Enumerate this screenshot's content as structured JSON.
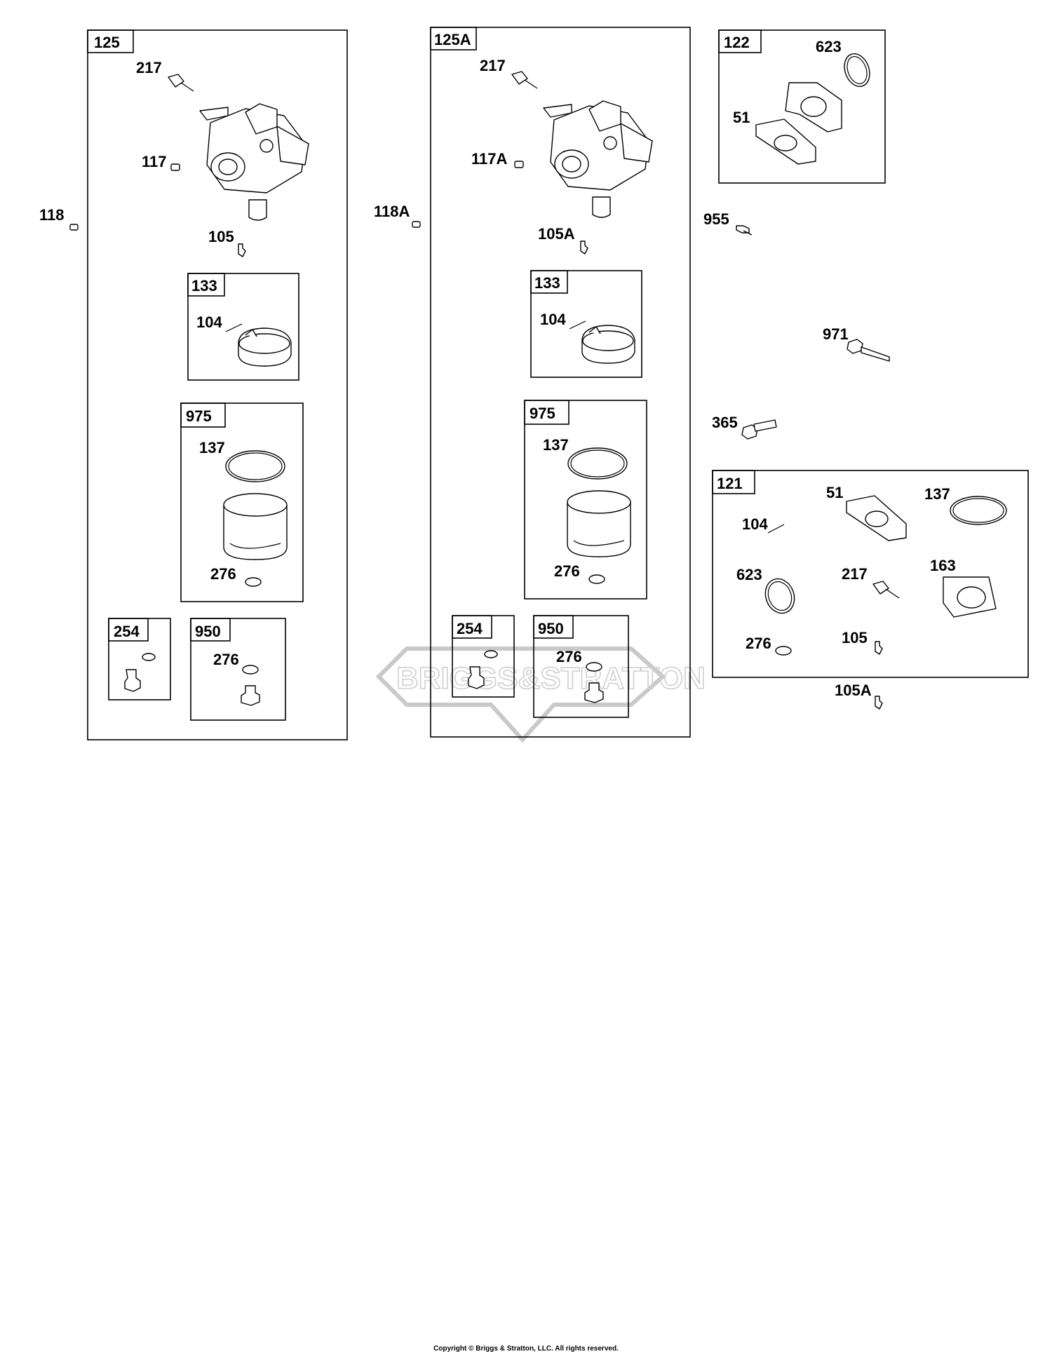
{
  "watermark": "BRIGGS&STRATTON",
  "copyright": "Copyright © Briggs & Stratton, LLC. All rights reserved.",
  "groups": {
    "g125": {
      "box": "125",
      "screw": "217",
      "jet": "117",
      "pin_clip": "105",
      "float_box": "133",
      "float_pin": "104",
      "bowl_box": "975",
      "bowl_gasket": "137",
      "bowl_washer": "276",
      "drain_box": "254",
      "bolt_box": "950",
      "bolt_washer": "276"
    },
    "g125a": {
      "box": "125A",
      "screw": "217",
      "jet": "117A",
      "pin_clip": "105A",
      "float_box": "133",
      "float_pin": "104",
      "bowl_box": "975",
      "bowl_gasket": "137",
      "bowl_washer": "276",
      "drain_box": "254",
      "bolt_box": "950",
      "bolt_washer": "276"
    },
    "g122": {
      "box": "122",
      "oring": "623",
      "gasket": "51"
    },
    "g121": {
      "box": "121",
      "gasket": "51",
      "bowl_gasket": "137",
      "pin": "104",
      "oring": "623",
      "screw": "217",
      "gasket_163": "163",
      "washer": "276",
      "clip": "105"
    }
  },
  "loose": {
    "jet_118": "118",
    "jet_118a": "118A",
    "screw_955": "955",
    "stud_971": "971",
    "bolt_365": "365",
    "clip_105a": "105A"
  }
}
